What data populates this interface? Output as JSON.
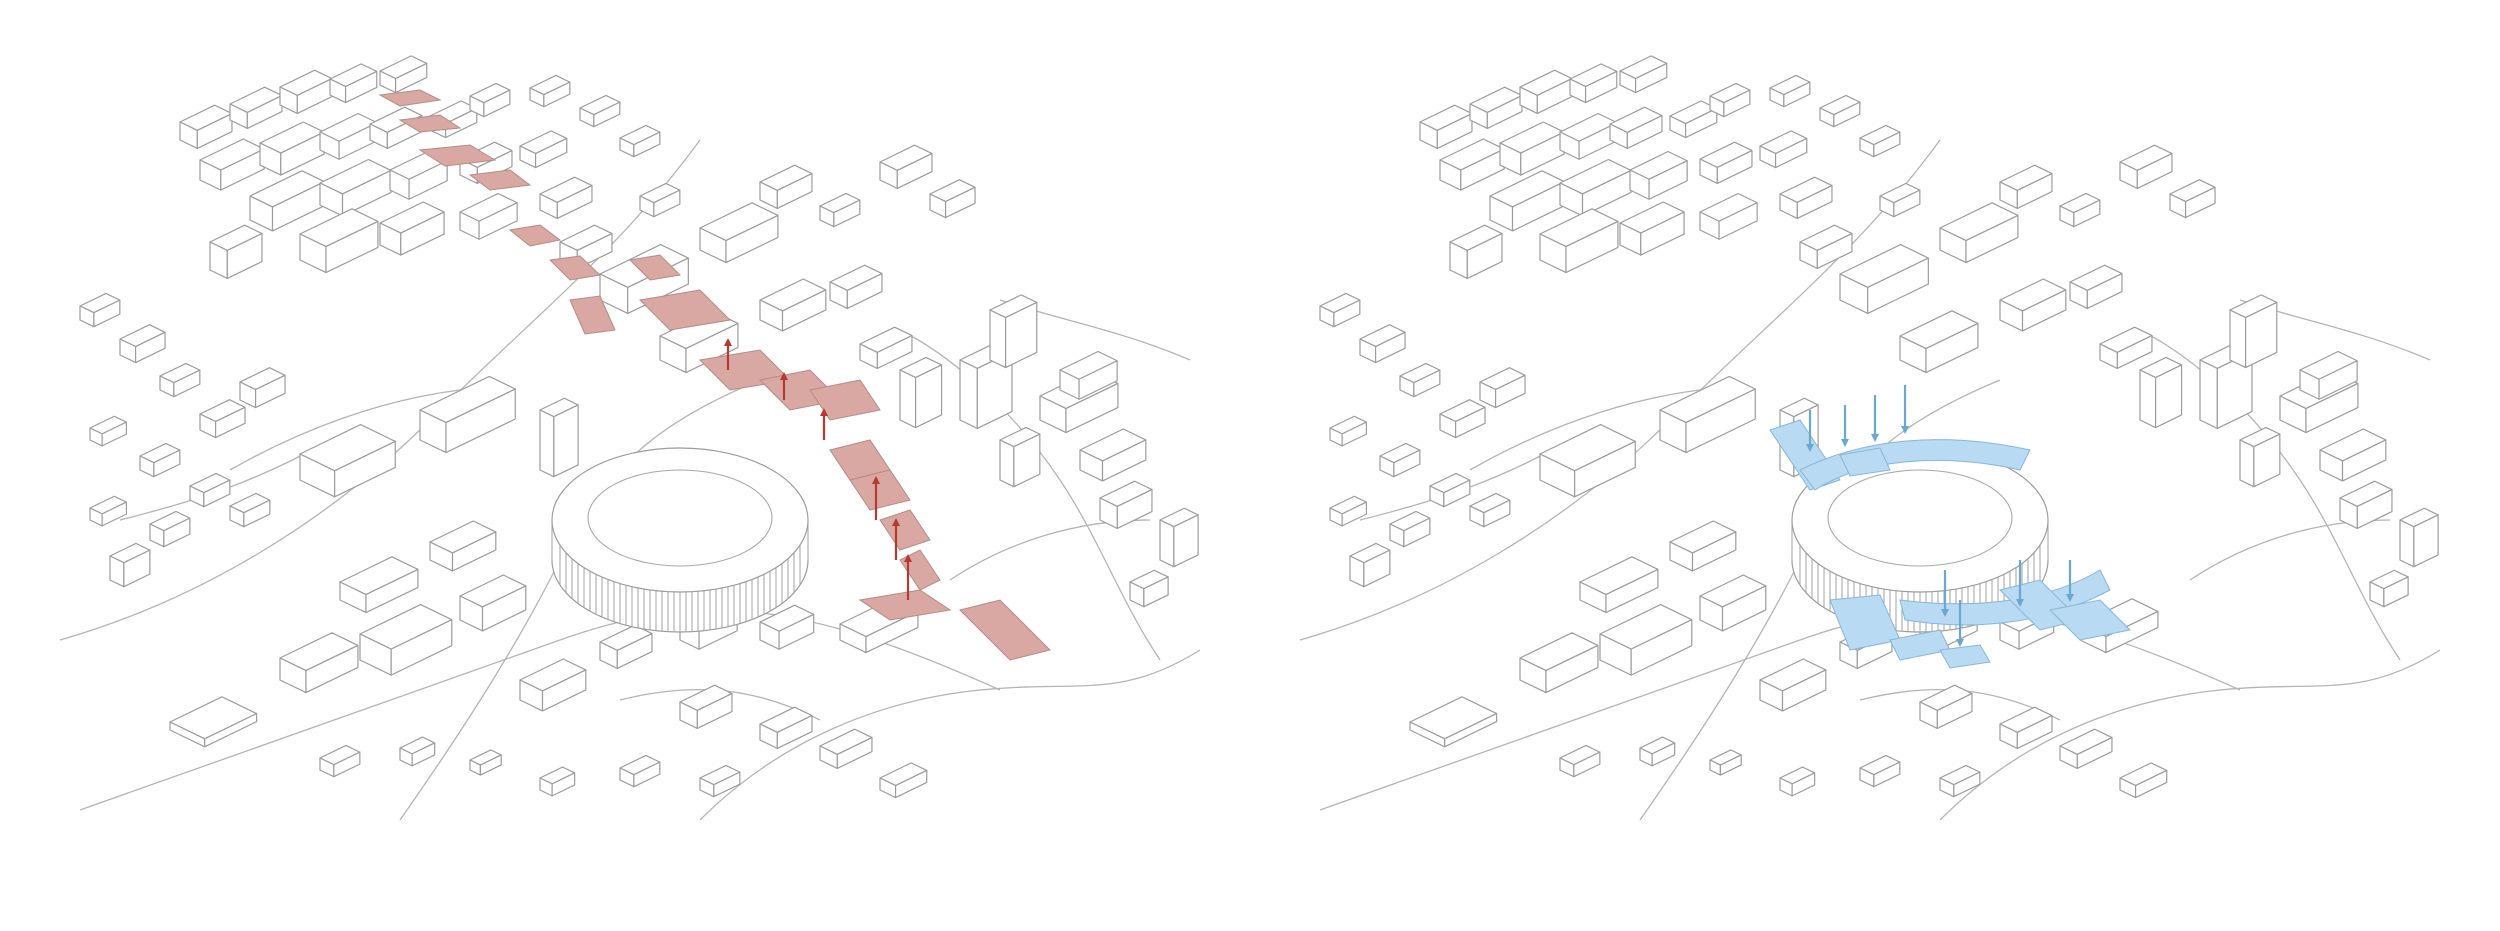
{
  "colors": {
    "background": "#ffffff",
    "linework": "#9c9c9c",
    "highlight_red": "#d9a8a3",
    "arrow_red": "#b53a2f",
    "highlight_blue": "#b8daf2",
    "arrow_blue": "#6aa8d4"
  },
  "panels": [
    {
      "name": "left-axonometric",
      "highlight": "red",
      "arrow_direction": "up"
    },
    {
      "name": "right-axonometric",
      "highlight": "blue",
      "arrow_direction": "down"
    }
  ]
}
